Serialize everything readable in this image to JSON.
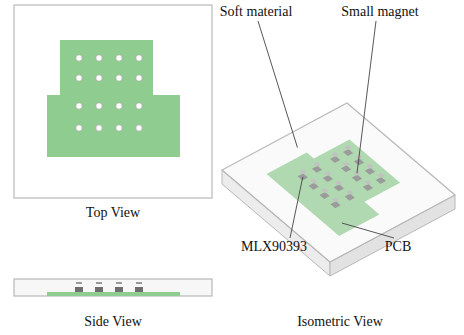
{
  "diagram": {
    "labels": [
      "Soft material",
      "Small magnet",
      "MLX90393",
      "PCB",
      "Top View",
      "Side View",
      "Isometric View"
    ]
  }
}
